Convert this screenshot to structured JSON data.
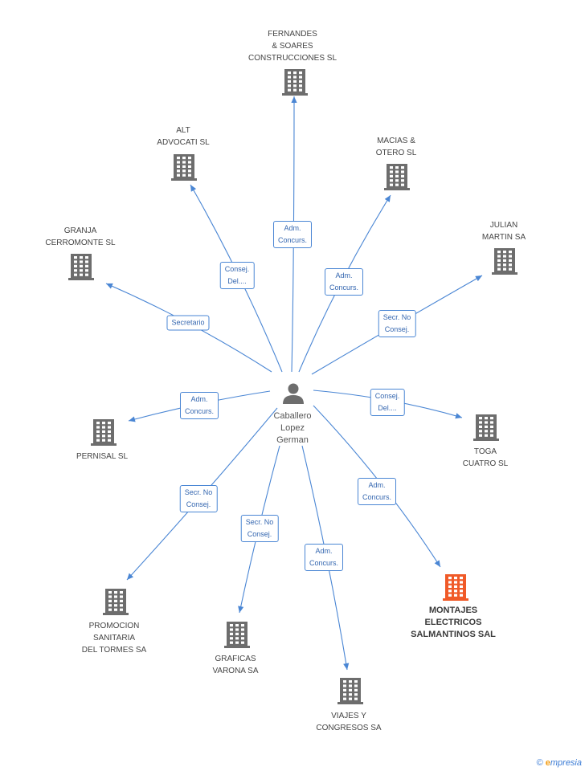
{
  "center": {
    "name": "Caballero\nLopez\nGerman"
  },
  "nodes": [
    {
      "id": "fernandes",
      "label": "FERNANDES\n& SOARES\nCONSTRUCCIONES SL",
      "role": "Adm.\nConcurs.",
      "highlight": false
    },
    {
      "id": "alt",
      "label": "ALT\nADVOCATI SL",
      "role": "Consej.\nDel....",
      "highlight": false
    },
    {
      "id": "macias",
      "label": "MACIAS &\nOTERO SL",
      "role": "Adm.\nConcurs.",
      "highlight": false
    },
    {
      "id": "granja",
      "label": "GRANJA\nCERROMONTE SL",
      "role": "Secretario",
      "highlight": false
    },
    {
      "id": "julian",
      "label": "JULIAN\nMARTIN SA",
      "role": "Secr.  No\nConsej.",
      "highlight": false
    },
    {
      "id": "pernisal",
      "label": "PERNISAL SL",
      "role": "Adm.\nConcurs.",
      "highlight": false
    },
    {
      "id": "toga",
      "label": "TOGA\nCUATRO SL",
      "role": "Consej.\nDel....",
      "highlight": false
    },
    {
      "id": "promocion",
      "label": "PROMOCION\nSANITARIA\nDEL TORMES SA",
      "role": "Secr.  No\nConsej.",
      "highlight": false
    },
    {
      "id": "graficas",
      "label": "GRAFICAS\nVARONA SA",
      "role": "Secr.  No\nConsej.",
      "highlight": false
    },
    {
      "id": "viajes",
      "label": "VIAJES Y\nCONGRESOS SA",
      "role": "Adm.\nConcurs.",
      "highlight": false
    },
    {
      "id": "montajes",
      "label": "MONTAJES\nELECTRICOS\nSALMANTINOS SAL",
      "role": "Adm.\nConcurs.",
      "highlight": true
    }
  ],
  "colors": {
    "edge": "#4a86d4",
    "building": "#6d6d6d",
    "highlight": "#f05a28",
    "person": "#6d6d6d"
  },
  "icons": {
    "company": "building-icon",
    "person": "person-icon"
  },
  "brand": {
    "copyright": "©",
    "e": "e",
    "rest": "mpresia"
  }
}
